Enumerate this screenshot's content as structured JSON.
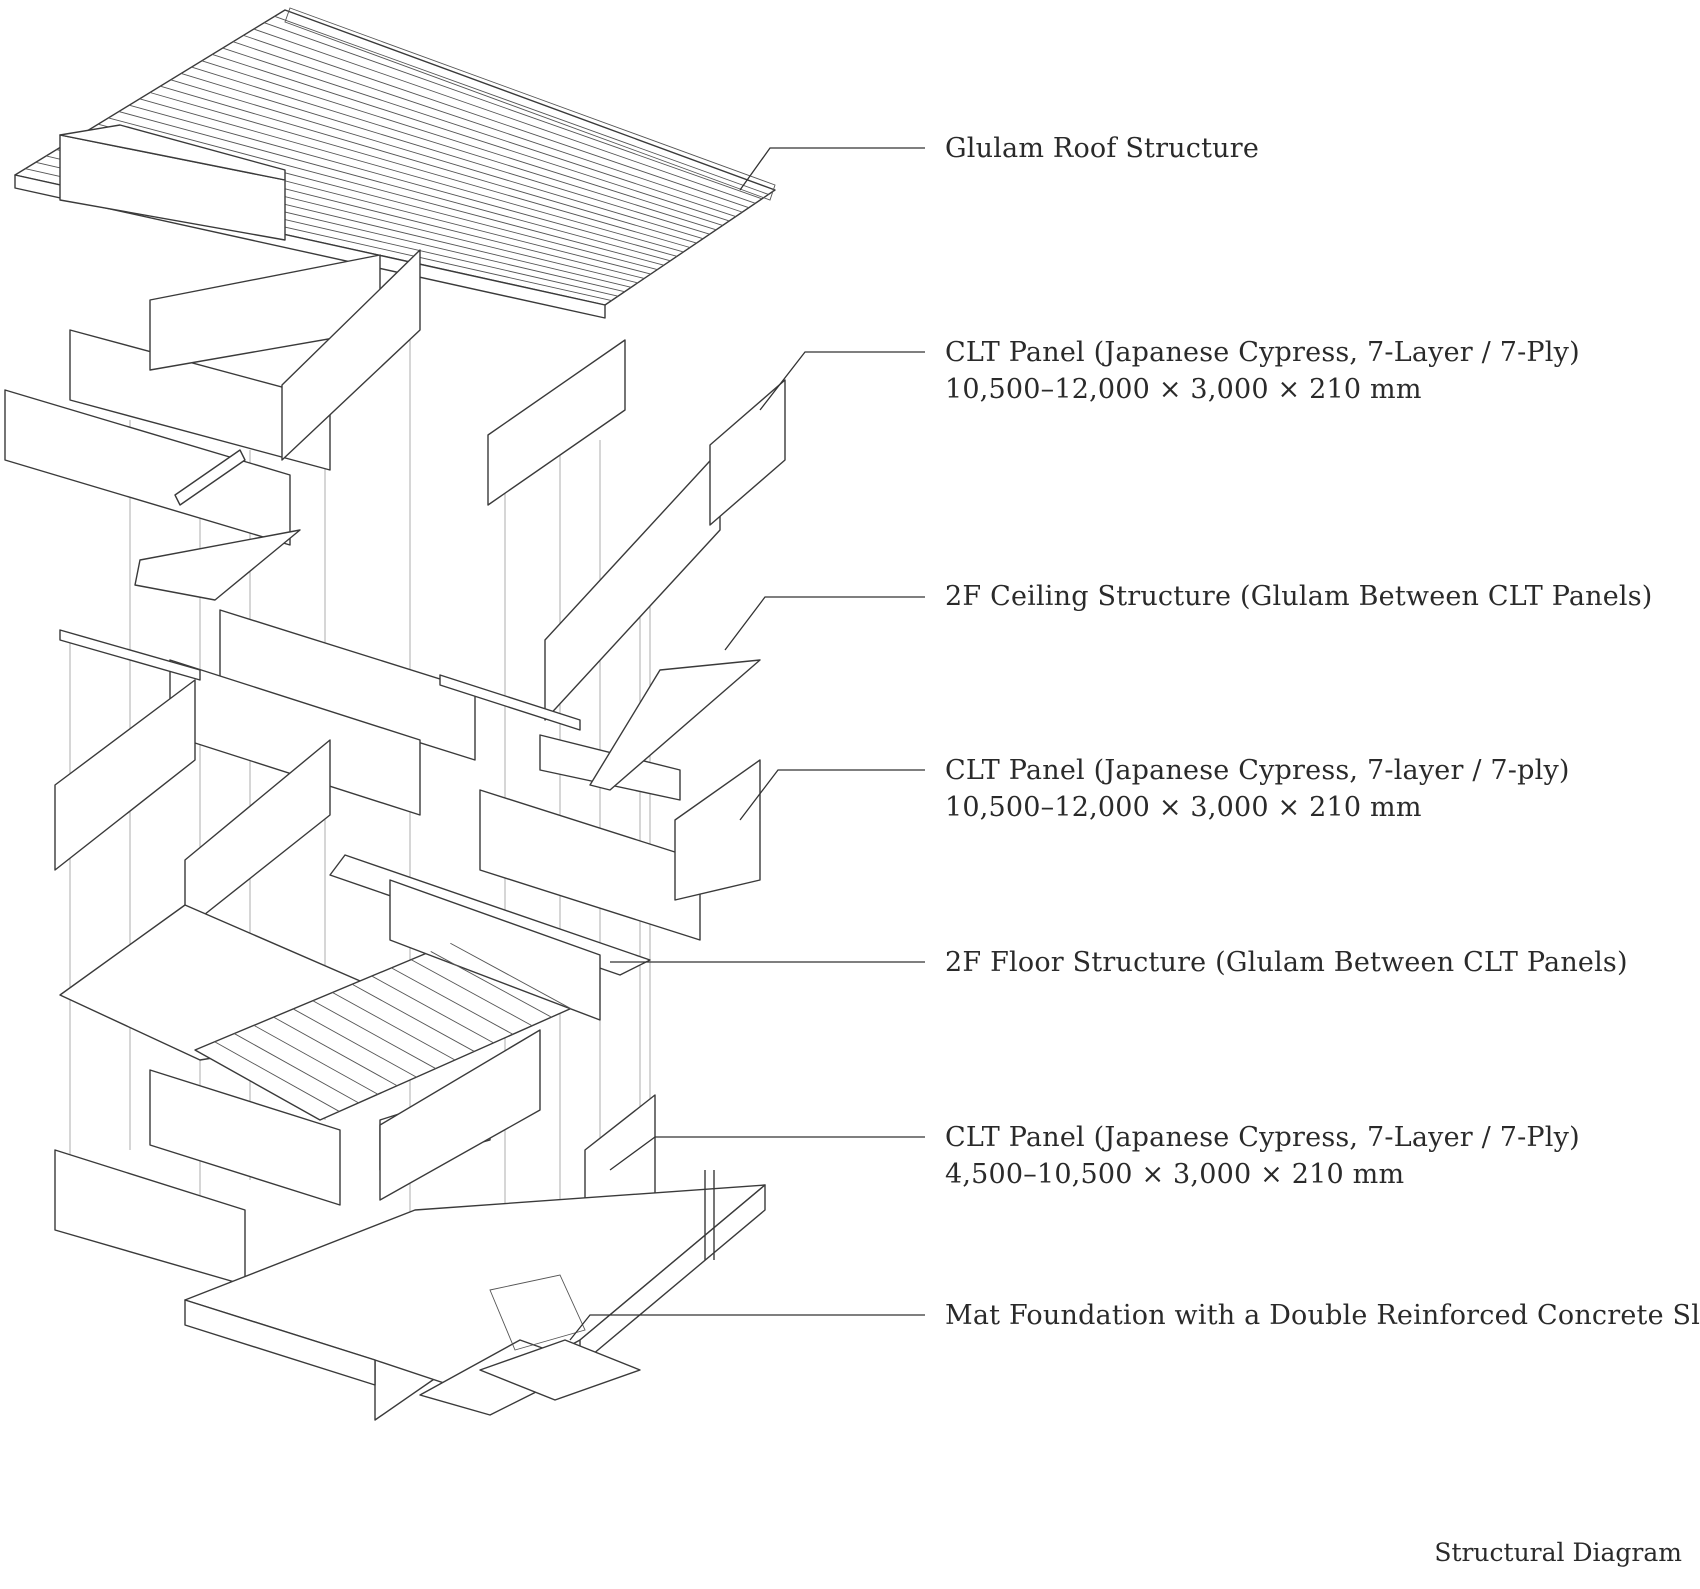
{
  "labels": {
    "roof": {
      "line1": "Glulam Roof Structure"
    },
    "clt_upper": {
      "line1": "CLT Panel (Japanese Cypress, 7-Layer / 7-Ply)",
      "line2": "10,500–12,000 × 3,000 × 210 mm"
    },
    "ceiling_2f": {
      "line1": "2F Ceiling Structure (Glulam Between CLT Panels)"
    },
    "clt_middle": {
      "line1": "CLT Panel (Japanese Cypress, 7-layer / 7-ply)",
      "line2": "10,500–12,000 × 3,000 × 210 mm"
    },
    "floor_2f": {
      "line1": "2F Floor Structure (Glulam Between CLT Panels)"
    },
    "clt_lower": {
      "line1": "CLT Panel (Japanese Cypress, 7-Layer / 7-Ply)",
      "line2": "4,500–10,500 × 3,000 × 210 mm"
    },
    "foundation": {
      "line1": "Mat Foundation with a Double Reinforced Concrete Slab"
    }
  },
  "caption": "Structural Diagram",
  "colors": {
    "ink": "#3a3a3a",
    "paper": "#ffffff",
    "plumb": "#8a8a8a"
  }
}
